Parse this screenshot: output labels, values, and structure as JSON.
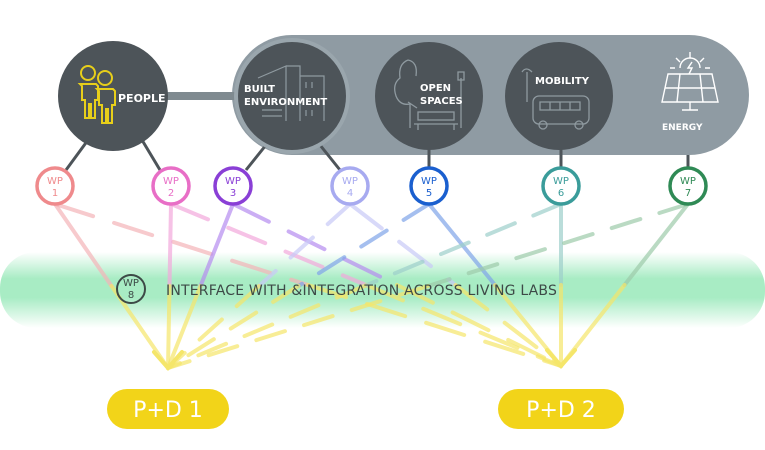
{
  "colors": {
    "hub_dark": "#4d5459",
    "hub_band": "#8f9ba3",
    "people_icon": "#e8cf1a",
    "band_green": "#a8ecc4",
    "pd_yellow": "#f2d419"
  },
  "hubs": {
    "people": {
      "label": "PEOPLE",
      "icon": "people-icon"
    },
    "built": {
      "label_line1": "BUILT",
      "label_line2": "ENVIRONMENT",
      "icon": "buildings-icon"
    },
    "open": {
      "label_line1": "OPEN",
      "label_line2": "SPACES",
      "icon": "tree-bench-icon"
    },
    "mobility": {
      "label": "MOBILITY",
      "icon": "bus-bicycle-icon"
    },
    "energy": {
      "label": "ENERGY",
      "icon": "solar-panel-icon"
    }
  },
  "work_packages": [
    {
      "top": "WP",
      "num": "1",
      "color": "#ef8a8c",
      "line": "#f4b3b8"
    },
    {
      "top": "WP",
      "num": "2",
      "color": "#e86ec6",
      "line": "#f2a8dc"
    },
    {
      "top": "WP",
      "num": "3",
      "color": "#8a3fd6",
      "line": "#b58cf0"
    },
    {
      "top": "WP",
      "num": "4",
      "color": "#a7aaf0",
      "line": "#c7c9f7"
    },
    {
      "top": "WP",
      "num": "5",
      "color": "#1a5fcf",
      "line": "#7fa4e8"
    },
    {
      "top": "WP",
      "num": "6",
      "color": "#3a9c9a",
      "line": "#9ccfcb"
    },
    {
      "top": "WP",
      "num": "7",
      "color": "#2f8a55",
      "line": "#9ccaaa"
    }
  ],
  "band": {
    "wp": {
      "top": "WP",
      "num": "8"
    },
    "text": "INTERFACE WITH &INTEGRATION ACROSS LIVING LABS"
  },
  "outputs": [
    {
      "label": "P+D 1"
    },
    {
      "label": "P+D 2"
    }
  ]
}
